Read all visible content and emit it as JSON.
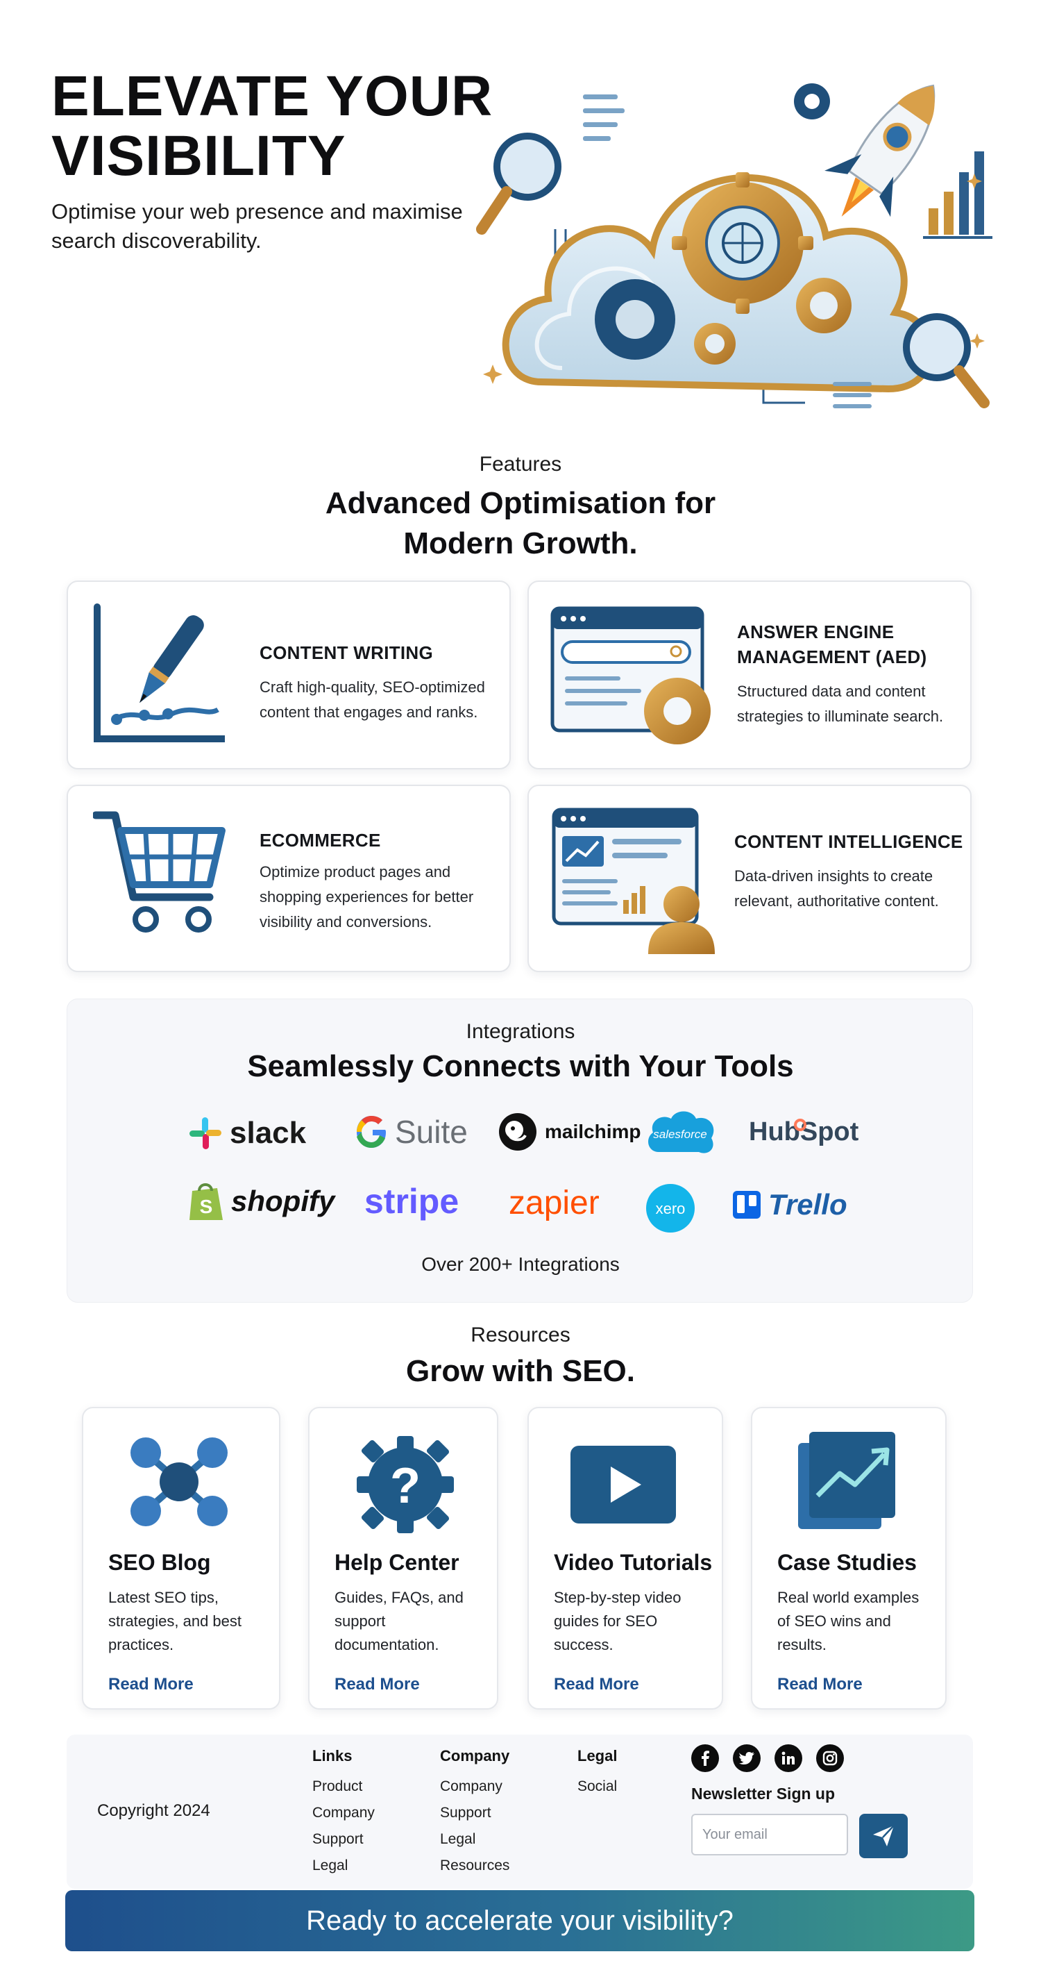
{
  "hero": {
    "title": "ELEVATE YOUR VISIBILITY",
    "subtitle": "Optimise your web presence and maximise search discoverability."
  },
  "features": {
    "eyebrow": "Features",
    "heading": "Advanced Optimisation for Modern Growth.",
    "items": [
      {
        "title": "CONTENT WRITING",
        "desc": "Craft high-quality, SEO-optimized content that engages and ranks.",
        "icon": "pen-chart-icon"
      },
      {
        "title": "ANSWER ENGINE MANAGEMENT (AED)",
        "desc": "Structured data and content strategies to illuminate search.",
        "icon": "browser-gear-icon"
      },
      {
        "title": "ECOMMERCE",
        "desc": "Optimize product pages and shopping experiences for better visibility and conversions.",
        "icon": "shopping-cart-icon"
      },
      {
        "title": "CONTENT INTELLIGENCE",
        "desc": "Data-driven insights to create relevant, authoritative content.",
        "icon": "dashboard-user-icon"
      }
    ]
  },
  "integrations": {
    "eyebrow": "Integrations",
    "heading": "Seamlessly Connects with Your Tools",
    "logos": [
      "slack",
      "G Suite",
      "mailchimp",
      "salesforce",
      "HubSpot",
      "shopify",
      "stripe",
      "zapier",
      "xero",
      "Trello"
    ],
    "count_text": "Over 200+ Integrations"
  },
  "resources": {
    "eyebrow": "Resources",
    "heading": "Grow with SEO.",
    "items": [
      {
        "title": "SEO Blog",
        "desc": "Latest SEO tips, strategies, and best practices.",
        "link": "Read More",
        "icon": "network-nodes-icon"
      },
      {
        "title": "Help Center",
        "desc": "Guides, FAQs, and support documentation.",
        "link": "Read More",
        "icon": "question-gear-icon"
      },
      {
        "title": "Video Tutorials",
        "desc": "Step-by-step video guides for SEO success.",
        "link": "Read More",
        "icon": "play-video-icon"
      },
      {
        "title": "Case Studies",
        "desc": "Real world examples of SEO wins and results.",
        "link": "Read More",
        "icon": "growth-chart-icon"
      }
    ]
  },
  "footer": {
    "copyright": "Copyright 2024",
    "columns": [
      {
        "heading": "Links",
        "items": [
          "Product",
          "Company",
          "Support",
          "Legal"
        ]
      },
      {
        "heading": "Company",
        "items": [
          "Company",
          "Support",
          "Legal",
          "Resources"
        ]
      },
      {
        "heading": "Legal",
        "items": [
          "Social"
        ]
      }
    ],
    "socials": [
      "facebook-icon",
      "twitter-icon",
      "linkedin-icon",
      "instagram-icon"
    ],
    "newsletter_label": "Newsletter Sign up",
    "email_placeholder": "Your email"
  },
  "cta": {
    "label": "Ready to accelerate your visibility?"
  },
  "colors": {
    "accent": "#1d4f8e",
    "cta_start": "#1e4f8c",
    "cta_end": "#3c9a86",
    "gold": "#c8923a"
  }
}
